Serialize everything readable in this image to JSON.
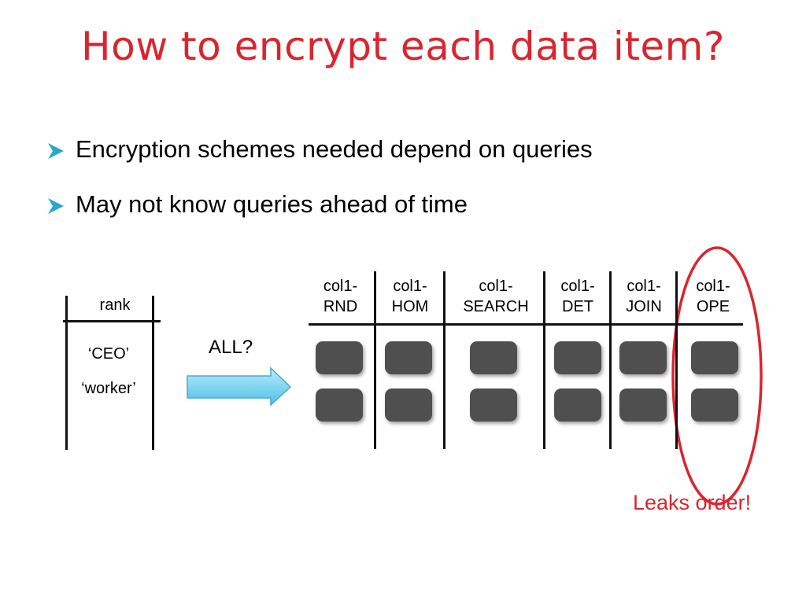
{
  "slide": {
    "title": "How to encrypt each data item?",
    "bullets": [
      "Encryption schemes needed depend on queries",
      "May not know queries ahead of time"
    ],
    "bullet_icon": "chevron-arrow-icon",
    "accent_color": "#d9252f",
    "bullet_color": "#2aa7c9"
  },
  "plain_table": {
    "header": "rank",
    "rows": [
      "‘CEO’",
      "‘worker’"
    ]
  },
  "arrow": {
    "label": "ALL?",
    "fill_color": "#7fd3f0"
  },
  "encrypted_table": {
    "columns": [
      {
        "line1": "col1-",
        "line2": "RND"
      },
      {
        "line1": "col1-",
        "line2": "HOM"
      },
      {
        "line1": "col1-",
        "line2": "SEARCH"
      },
      {
        "line1": "col1-",
        "line2": "DET"
      },
      {
        "line1": "col1-",
        "line2": "JOIN"
      },
      {
        "line1": "col1-",
        "line2": "OPE"
      }
    ],
    "cell_color": "#4f4f4f"
  },
  "callout": {
    "text": "Leaks order!",
    "circle_color": "#d9252f"
  }
}
